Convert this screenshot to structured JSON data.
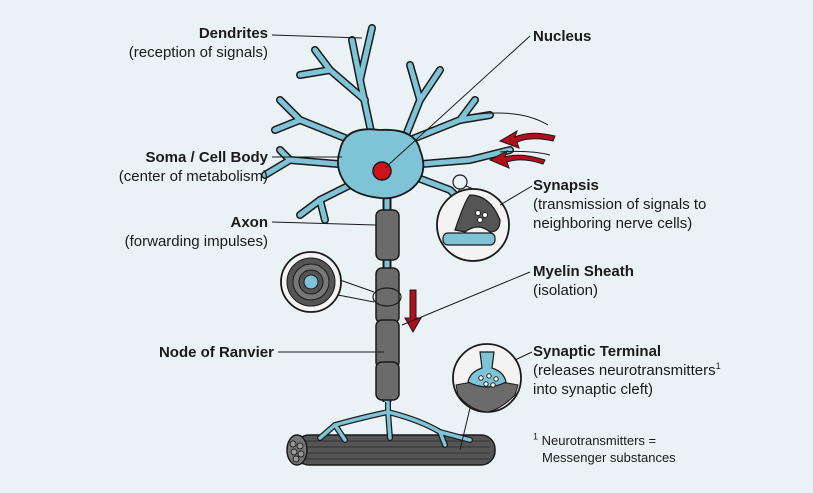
{
  "labels": {
    "dendrites": {
      "title": "Dendrites",
      "desc": "(reception of signals)"
    },
    "soma": {
      "title": "Soma / Cell Body",
      "desc": "(center of metabolism)"
    },
    "axon": {
      "title": "Axon",
      "desc": "(forwarding impulses)"
    },
    "node": {
      "title": "Node of Ranvier"
    },
    "nucleus": {
      "title": "Nucleus"
    },
    "synapsis": {
      "title": "Synapsis",
      "desc_line1": "(transmission of signals to",
      "desc_line2": "neighboring nerve cells)"
    },
    "myelin": {
      "title": "Myelin Sheath",
      "desc": "(isolation)"
    },
    "terminal": {
      "title": "Synaptic Terminal",
      "desc_line1": "(releases neurotransmitters",
      "desc_sup": "1",
      "desc_line2": "into synaptic cleft)"
    }
  },
  "footnote": {
    "mark": "1",
    "line1": " Neurotransmitters =",
    "line2": "Messenger substances"
  },
  "colors": {
    "background": "#eaf2f5",
    "cell": "#7fc3d6",
    "myelin": "#6b6b6b",
    "nucleus": "#d0121b",
    "arrow": "#b0101c",
    "outline": "#1a1a1a"
  }
}
